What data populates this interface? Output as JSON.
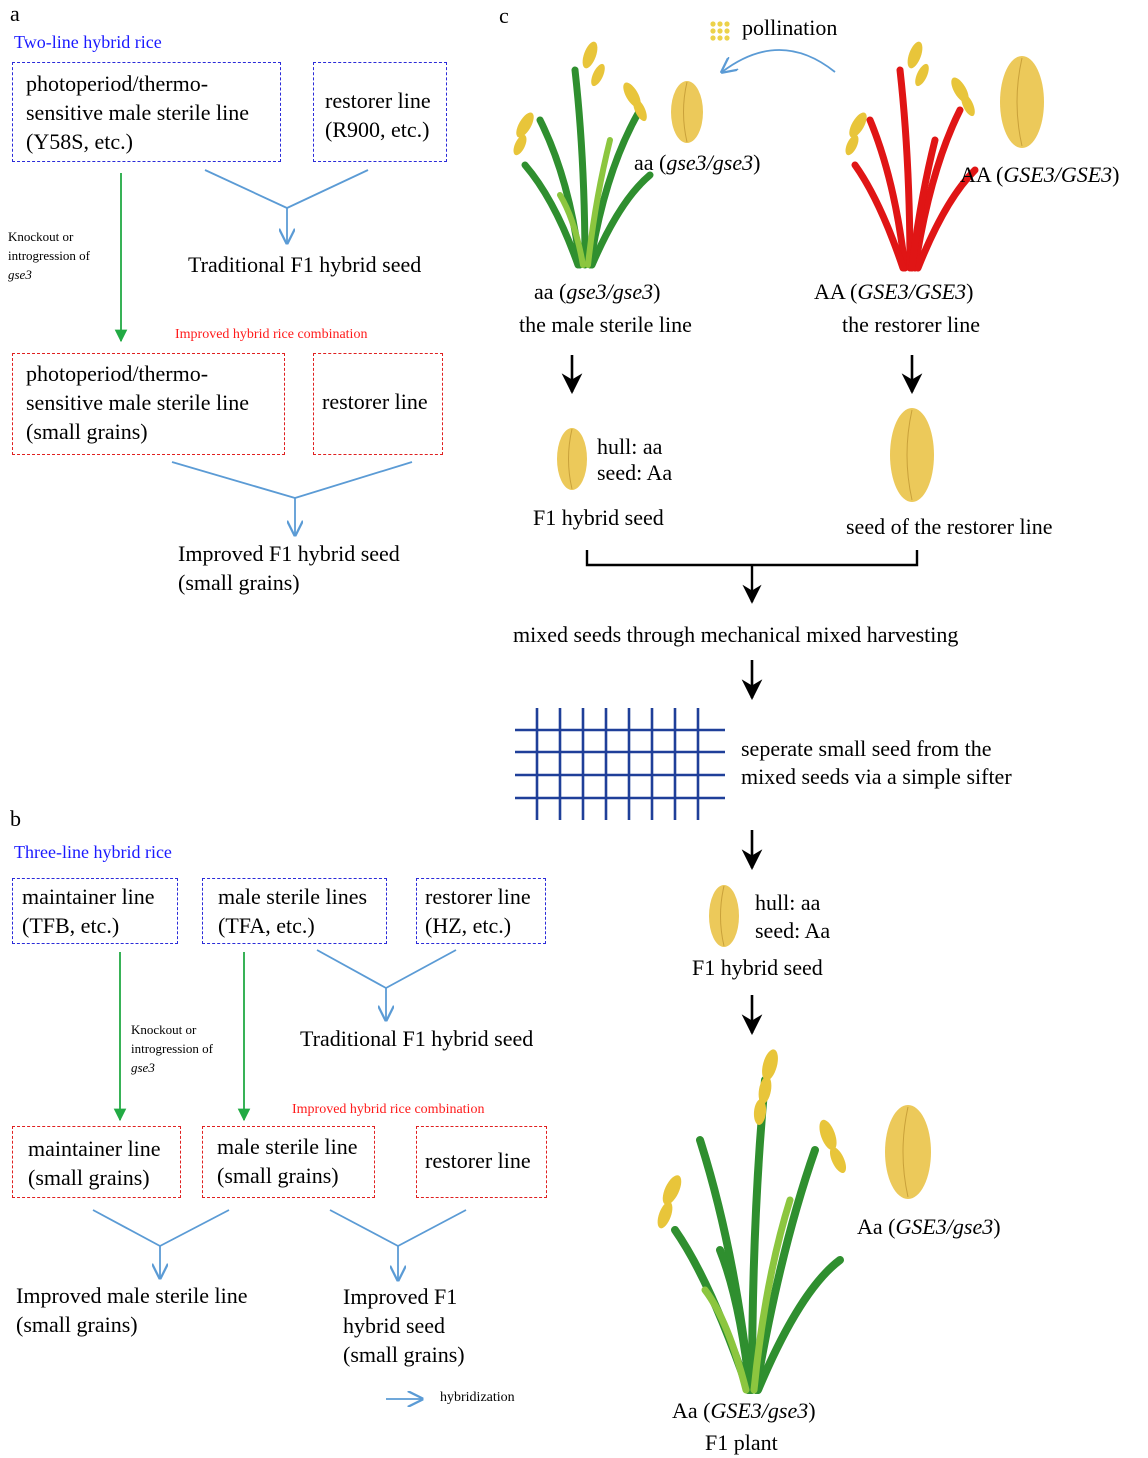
{
  "panel_a": {
    "label": "a",
    "title": "Two-line hybrid rice",
    "ptgms_line1": "photoperiod/thermo-",
    "ptgms_line2": "sensitive male sterile line",
    "ptgms_line3": "(Y58S, etc.)",
    "restorer_line1": "restorer line",
    "restorer_line2": "(R900, etc.)",
    "traditional": "Traditional F1 hybrid seed",
    "knockout_line1": "Knockout or",
    "knockout_line2": "introgression of",
    "knockout_line3": "gse3",
    "improved_combo": "Improved hybrid rice combination",
    "improved_ptgms_line1": "photoperiod/thermo-",
    "improved_ptgms_line2": "sensitive male sterile line",
    "improved_ptgms_line3": "(small grains)",
    "improved_restorer": "restorer line",
    "result_line1": "Improved F1 hybrid seed",
    "result_line2": "(small grains)"
  },
  "panel_b": {
    "label": "b",
    "title": "Three-line hybrid rice",
    "maintainer_line1": "maintainer line",
    "maintainer_line2": "(TFB, etc.)",
    "sterile_line1": "male sterile lines",
    "sterile_line2": "(TFA, etc.)",
    "restorer_line1": "restorer line",
    "restorer_line2": "(HZ, etc.)",
    "knockout_line1": "Knockout or",
    "knockout_line2": "introgression of",
    "knockout_line3": "gse3",
    "traditional": "Traditional F1 hybrid seed",
    "improved_combo": "Improved hybrid rice combination",
    "imp_maintainer_line1": "maintainer line",
    "imp_maintainer_line2": "(small grains)",
    "imp_sterile_line1": "male sterile line",
    "imp_sterile_line2": "(small grains)",
    "imp_restorer": "restorer line",
    "result1_line1": "Improved male sterile line",
    "result1_line2": "(small grains)",
    "result2_line1": "Improved F1",
    "result2_line2": "hybrid seed",
    "result2_line3": "(small grains)",
    "legend": "hybridization"
  },
  "panel_c": {
    "label": "c",
    "pollination": "pollination",
    "seed_aa_prefix": "aa (",
    "seed_aa_geno": "gse3/gse3",
    "seed_AA_prefix": "AA (",
    "seed_AA_geno": "GSE3/GSE3",
    "close_paren": ")",
    "sterile_geno_prefix": "aa (",
    "sterile_geno": "gse3/gse3",
    "sterile_name": "the male sterile line",
    "restorer_geno_prefix": "AA (",
    "restorer_geno": "GSE3/GSE3",
    "restorer_name": "the restorer line",
    "hull1": "hull: aa",
    "seed1": "seed: Aa",
    "f1_seed": "F1 hybrid seed",
    "restorer_seed": "seed of the restorer line",
    "mixed": "mixed seeds through mechanical mixed harvesting",
    "sifter_line1": "seperate small seed from the",
    "sifter_line2": "mixed seeds via a simple sifter",
    "hull2": "hull: aa",
    "seed2": "seed: Aa",
    "f1_seed2": "F1 hybrid seed",
    "f1_plant_seed_prefix": "Aa (",
    "f1_plant_seed_geno": "GSE3/gse3",
    "f1_plant_prefix": "Aa (",
    "f1_plant_geno": "GSE3/gse3",
    "f1_plant": "F1 plant"
  },
  "colors": {
    "title_blue": "#1a1aff",
    "combo_red": "#ff1a1a",
    "box_blue": "#2b2bd9",
    "box_red": "#e02020",
    "hybridization_arrow": "#5b9bd5",
    "knockout_arrow": "#22aa44",
    "seed": "#ecc95a",
    "sterile_plant": "#2f8f2f",
    "restorer_plant": "#e01515",
    "sifter": "#1f3f99"
  }
}
